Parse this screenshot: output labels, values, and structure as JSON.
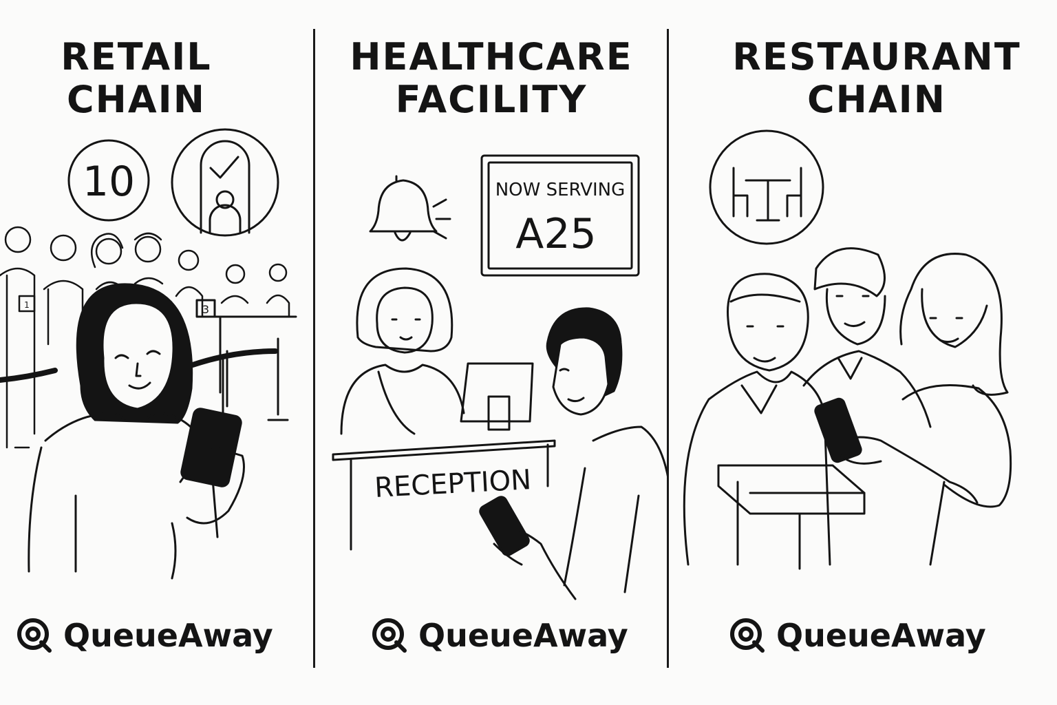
{
  "brand_name": "QueueAway",
  "panels": [
    {
      "title_line1": "RETAIL",
      "title_line2": "CHAIN",
      "counter_number": "10",
      "counter_tag_1": "1",
      "counter_tag_2": "3"
    },
    {
      "title_line1": "HEALTHCARE",
      "title_line2": "FACILITY",
      "display_heading": "NOW SERVING",
      "display_number": "A25",
      "desk_label": "RECEPTION"
    },
    {
      "title_line1": "RESTAURANT",
      "title_line2": "CHAIN"
    }
  ],
  "colors": {
    "ink": "#141414",
    "paper": "#fbfbfa"
  },
  "icons": [
    "queue-count-icon",
    "door-check-icon",
    "bell-icon",
    "table-chairs-icon",
    "queueaway-logo-icon"
  ]
}
